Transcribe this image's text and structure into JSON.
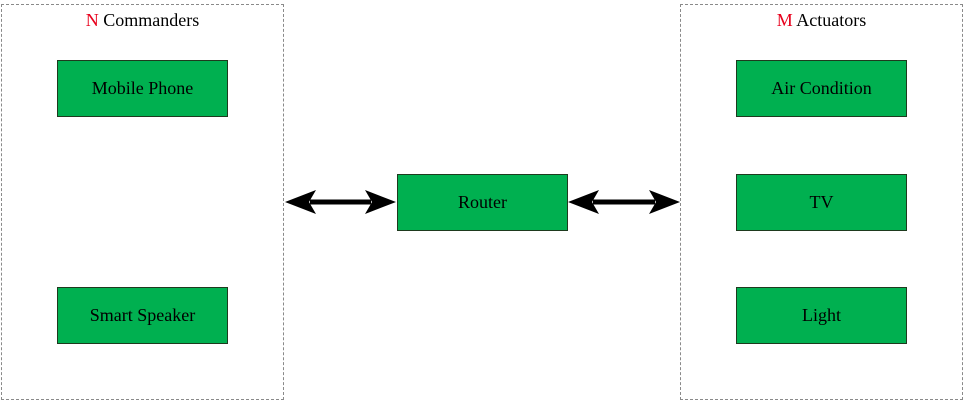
{
  "groups": {
    "left": {
      "letter": "N",
      "title": "Commanders"
    },
    "right": {
      "letter": "M",
      "title": "Actuators"
    }
  },
  "nodes": {
    "mobile_phone": "Mobile Phone",
    "smart_speaker": "Smart Speaker",
    "router": "Router",
    "air_condition": "Air Condition",
    "tv": "TV",
    "light": "Light"
  },
  "colors": {
    "node_fill": "#00b050",
    "group_letter": "#e8001c",
    "arrow": "#000000"
  }
}
